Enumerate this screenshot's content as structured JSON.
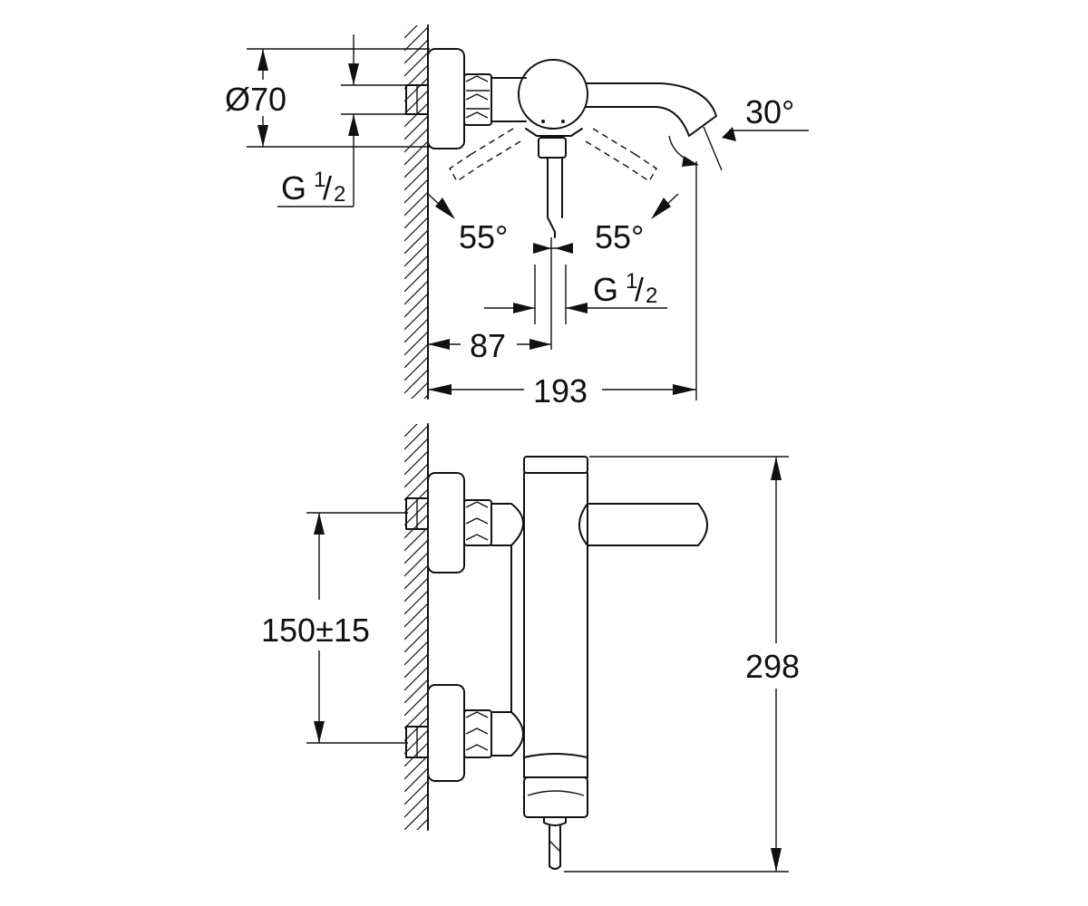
{
  "top_view": {
    "dim_diameter": "Ø70",
    "dim_thread_left": {
      "letter": "G",
      "num": "1",
      "slash": "/",
      "den": "2"
    },
    "dim_angle_spout": "30°",
    "dim_angle_left": "55°",
    "dim_angle_right": "55°",
    "dim_thread_center": {
      "letter": "G",
      "num": "1",
      "slash": "/",
      "den": "2"
    },
    "dim_offset": "87",
    "dim_total_depth": "193"
  },
  "front_view": {
    "dim_spacing": "150±15",
    "dim_height": "298"
  }
}
